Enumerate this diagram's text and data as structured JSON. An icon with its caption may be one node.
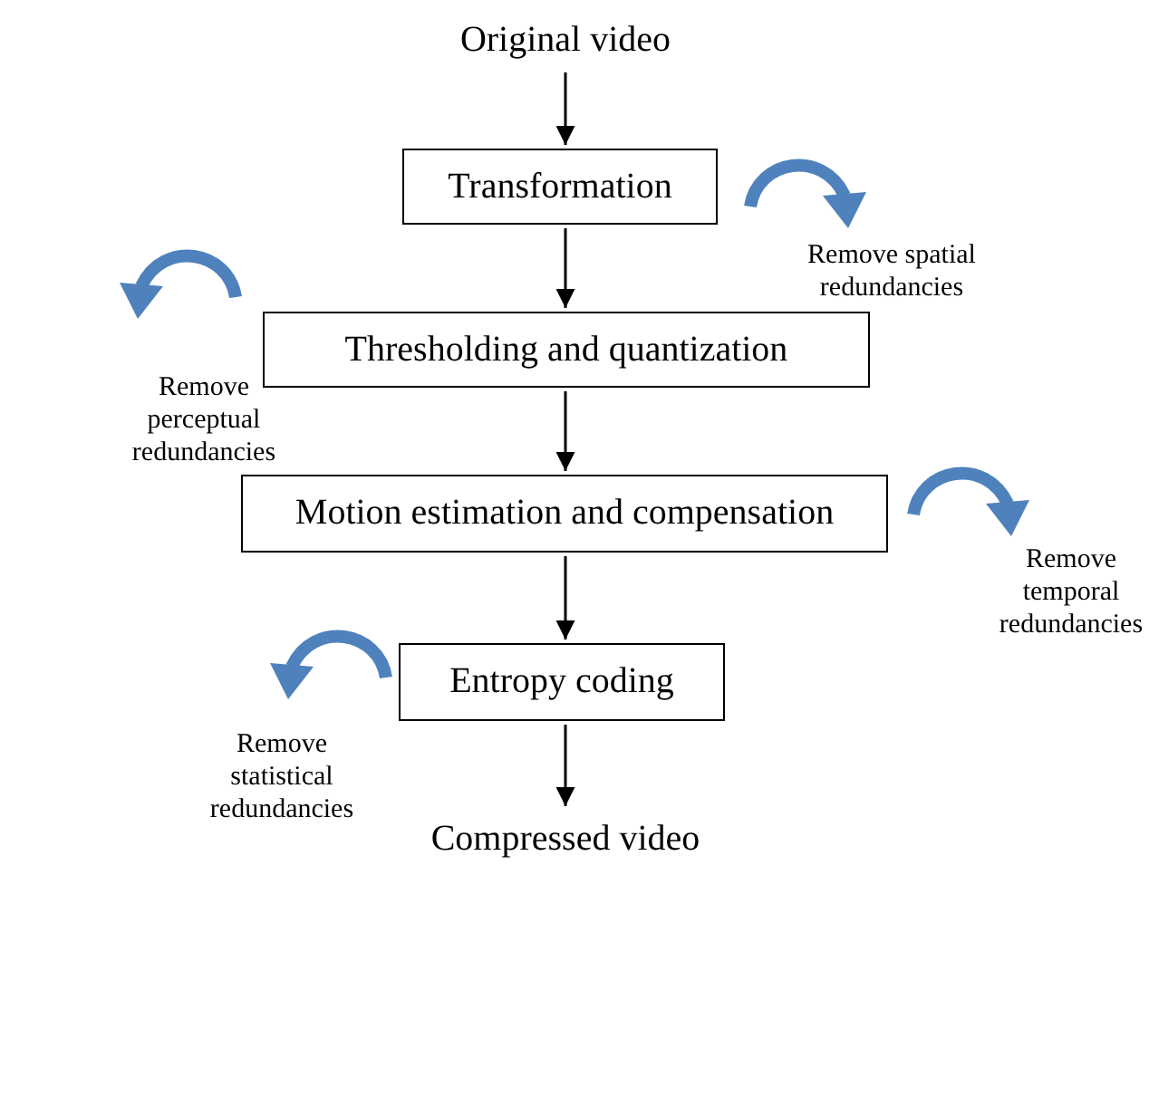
{
  "diagram": {
    "nodes": [
      {
        "text": [
          "Original video"
        ]
      },
      {
        "text": [
          "Transformation"
        ]
      },
      {
        "text": [
          "Thresholding and quantization"
        ]
      },
      {
        "text": [
          "Motion estimation and compensation"
        ]
      },
      {
        "text": [
          "Entropy coding"
        ]
      },
      {
        "text": [
          "Compressed video"
        ]
      }
    ],
    "edges": [
      {
        "from": 0,
        "to": 1,
        "arrow": "to"
      },
      {
        "from": 1,
        "to": 2,
        "arrow": "to"
      },
      {
        "from": 2,
        "to": 3,
        "arrow": "to"
      },
      {
        "from": 3,
        "to": 4,
        "arrow": "to"
      },
      {
        "from": 4,
        "to": 5,
        "arrow": "to"
      }
    ],
    "labels": [
      "Remove spatial redundancies",
      "Remove perceptual redundancies",
      "Remove temporal redundancies",
      "Remove statistical redundancies"
    ]
  }
}
